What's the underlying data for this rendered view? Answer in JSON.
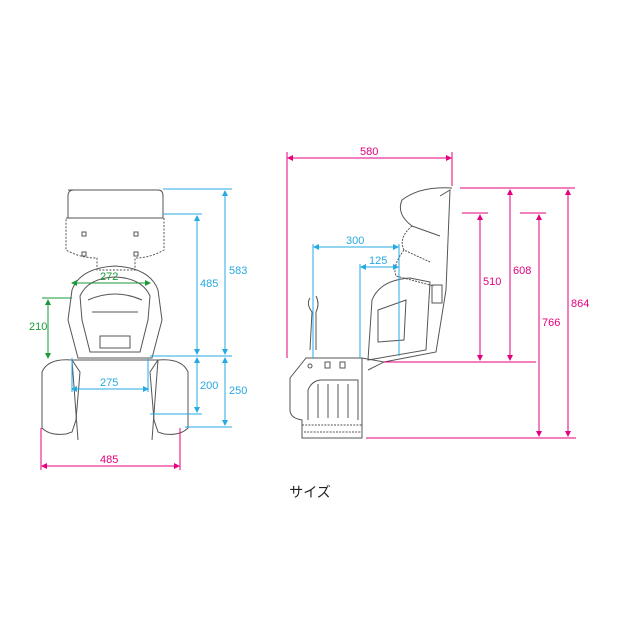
{
  "caption": "サイズ",
  "colors": {
    "cyan": "#27a9e1",
    "magenta": "#e4007f",
    "green": "#1a9a3a",
    "outline": "#555555"
  },
  "front_view": {
    "dims": {
      "top_width": "272",
      "backrest_height": "210",
      "base_width": "275",
      "foot_width": "485",
      "headrest_height": "485",
      "total_height": "583",
      "lower_200": "200",
      "lower_250": "250"
    }
  },
  "side_view": {
    "dims": {
      "depth_total": "580",
      "depth_300": "300",
      "depth_125": "125",
      "height_510": "510",
      "height_608": "608",
      "height_766": "766",
      "height_864": "864"
    }
  }
}
